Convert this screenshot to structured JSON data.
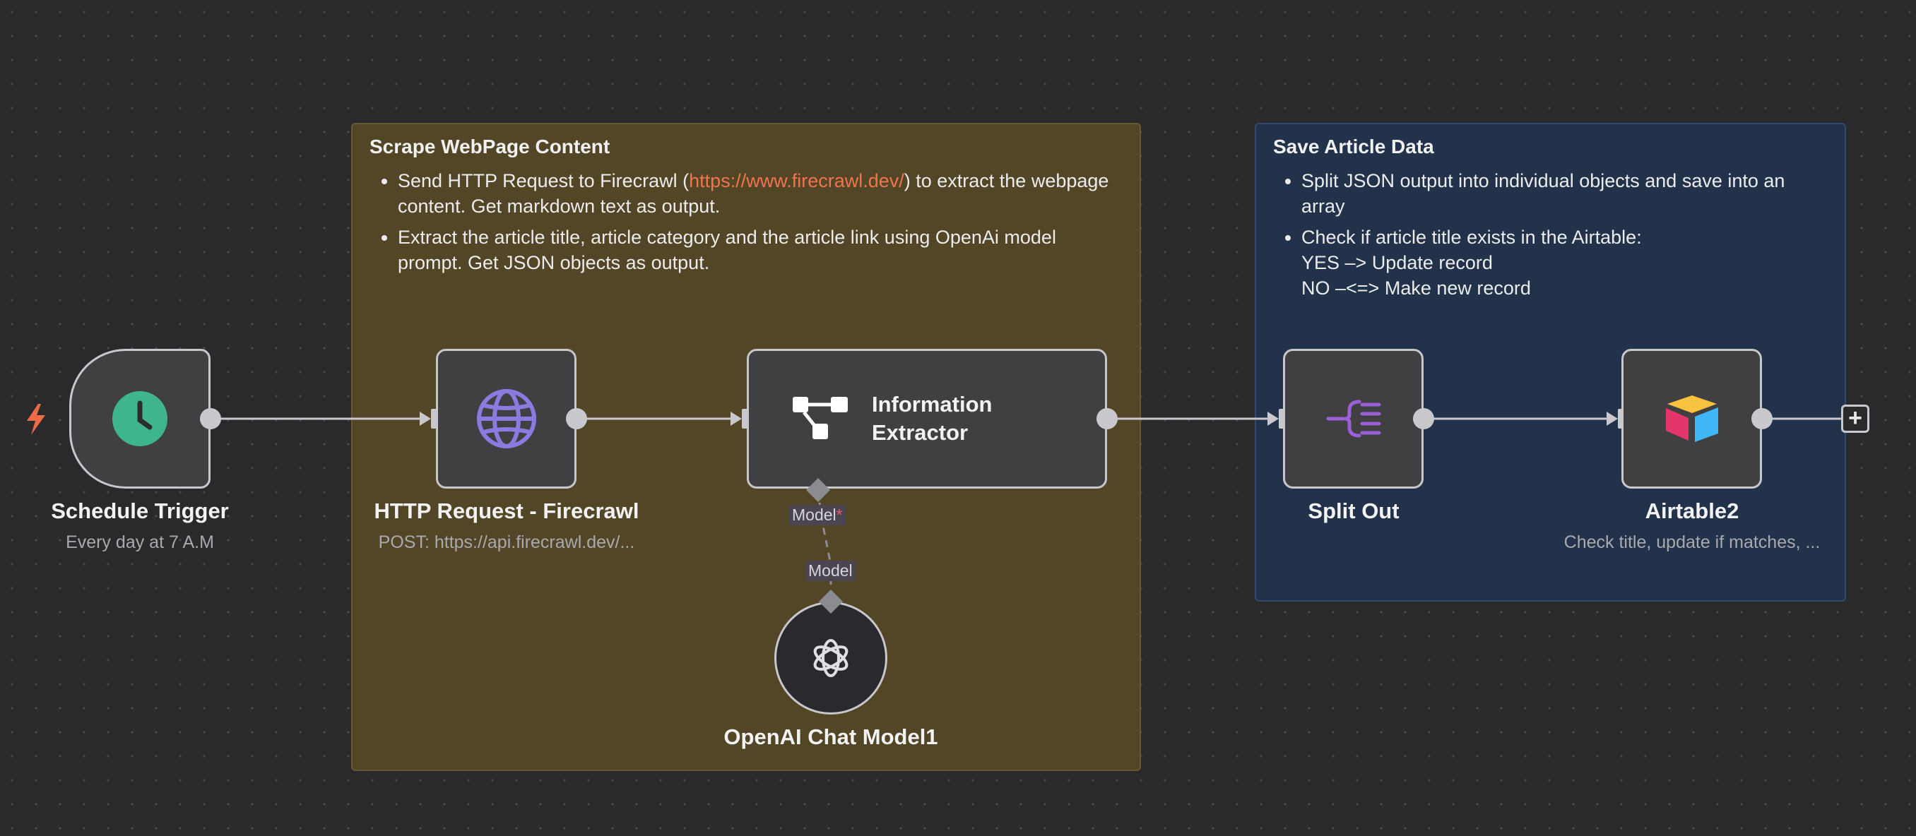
{
  "sticky_scrape": {
    "title": "Scrape WebPage Content",
    "bullet1_before": "Send HTTP Request to Firecrawl (",
    "bullet1_link": "https://www.firecrawl.dev/",
    "bullet1_after": ") to extract the webpage content. Get markdown text as output.",
    "bullet2": "Extract the article title, article category and the article link using OpenAi model prompt. Get JSON objects as output."
  },
  "sticky_save": {
    "title": "Save Article Data",
    "bullet1": "Split JSON output into individual objects and save into an array",
    "bullet2_line1": "Check if article title exists in the Airtable:",
    "bullet2_line2": "YES –> Update record",
    "bullet2_line3": "NO –<=> Make new record"
  },
  "nodes": {
    "schedule": {
      "title": "Schedule Trigger",
      "subtitle": "Every day at 7 A.M"
    },
    "http": {
      "title": "HTTP Request - Firecrawl",
      "subtitle": "POST: https://api.firecrawl.dev/..."
    },
    "extractor": {
      "title": "Information Extractor"
    },
    "openai": {
      "title": "OpenAI Chat Model1"
    },
    "split": {
      "title": "Split Out"
    },
    "airtable": {
      "title": "Airtable2",
      "subtitle": "Check title, update if matches, ..."
    }
  },
  "edge_labels": {
    "model_required": "Model",
    "required_mark": "*",
    "model": "Model"
  },
  "add_button": "+",
  "colors": {
    "canvas": "#2a2a2c",
    "sticky_yellow": "#524626",
    "sticky_blue": "#22324b",
    "link": "#f0744f",
    "trigger_bolt": "#ee6a45",
    "schedule_icon": "#3fb58c",
    "http_icon": "#8a7be0",
    "split_icon": "#9b5fd6"
  }
}
